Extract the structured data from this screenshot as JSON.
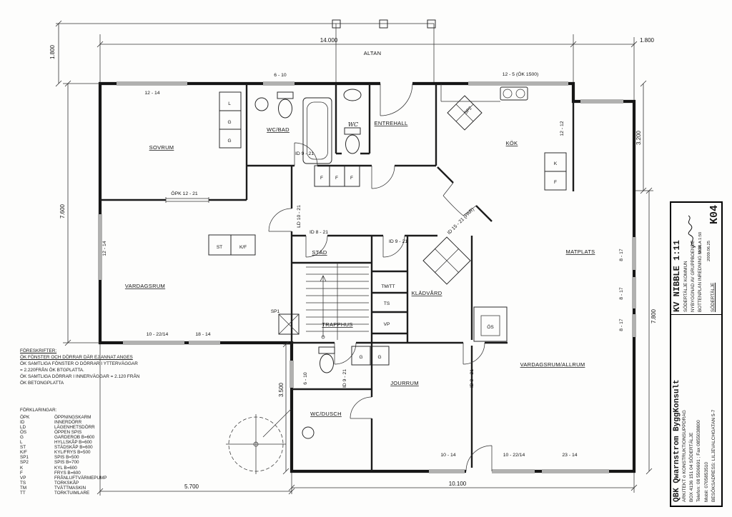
{
  "style": {
    "ink": "#1b1b1b",
    "paper": "#fdfdfc"
  },
  "dims": {
    "top_main": "14.000",
    "top_right": "1.800",
    "left_altan": "1.800",
    "left_wing": "7.600",
    "right_upper": "3.200",
    "right_lower": "7.800",
    "lower_left": "3.500",
    "bottom_left": "5.700",
    "bottom_right": "10.100"
  },
  "rooms": {
    "altan": "ALTAN",
    "sovrum": "SOVRUM",
    "wcbad": "WC/BAD",
    "entrehall": "ENTREHALL",
    "kok": "KÖK",
    "vardagsrum": "VARDAGSRUM",
    "matplats": "MATPLATS",
    "stad": "STÄD",
    "tmtt": "TM/TT",
    "ts": "TS",
    "vp": "VP",
    "kladvard": "KLÄDVÅRD",
    "trapphus": "TRAPPHUS",
    "os": "ÖS",
    "jourrum": "JOURRUM",
    "wcdusch": "WC/DUSCH",
    "allrum": "VARDAGSRUM/ALLRUM",
    "wc_script": "WC"
  },
  "openings": {
    "w_sovrum_top": "12 - 14",
    "w_wcbad_top": "6 - 10",
    "w_kok_top": "12 - 5 (ÖK 1500)",
    "w_kok_right": "12 - 12",
    "d_wcbad": "ID 9 - 21",
    "opk_sovrum": "ÖPK 12 - 21",
    "w_vardagsrum_left": "12 - 14",
    "d_ld": "LD 10 - 21",
    "d_stad": "ID 8 - 21",
    "d_tmtt": "ID 9 - 21",
    "d_par": "ID 15 - 21 (PAR)",
    "w_right_1": "8 - 17",
    "w_right_2": "8 - 17",
    "w_right_3": "8 - 17",
    "w_vr_bottom_1": "10 - 22/14",
    "w_vr_bottom_2": "18 - 14",
    "w_wcdusch_left": "6 - 10",
    "d_trapphus": "ID 9 - 21",
    "d_jourrum": "ID 9 - 21",
    "w_bottom_1": "10 - 14",
    "w_bottom_2": "10 - 22/14",
    "w_bottom_3": "23 - 14"
  },
  "fixtures": {
    "l1": "L",
    "g1": "G",
    "g2": "G",
    "st": "ST",
    "kf": "K/F",
    "f1": "F",
    "f2": "F",
    "f3": "F",
    "k": "K",
    "f4": "F",
    "sp1": "SP1",
    "sp2": "SP2",
    "g3": "G",
    "g4": "G"
  },
  "foreskrifter": {
    "title": "FÖRESKRIFTER:",
    "lines": [
      "ÖK FÖNSTER OCH DÖRRAR DÄR EJ ANNAT ANGES",
      "ÖK SAMTLIGA FÖNSTER O DÖRRAR I YTTERVÄGGAR",
      "= 2.220FRÅN ÖK BTGPLATTA.",
      "ÖK SAMTLIGA DÖRRAR I INNERVÄGGAR = 2.120 FRÅN",
      "ÖK BETONGPLATTA"
    ]
  },
  "forklaringar": {
    "title": "FÖRKLARINGAR:",
    "items": [
      {
        "abbr": "ÖPK",
        "desc": "ÖPPNINGSKARM"
      },
      {
        "abbr": "ID",
        "desc": "INNERDÖRR"
      },
      {
        "abbr": "LD",
        "desc": "LÄGENHETSDÖRR"
      },
      {
        "abbr": "ÖS",
        "desc": "ÖPPEN SPIS"
      },
      {
        "abbr": "G",
        "desc": "GARDEROB B=600"
      },
      {
        "abbr": "L",
        "desc": "HYLLSKÅP B=600"
      },
      {
        "abbr": "ST",
        "desc": "STÄDSKÅP B=600"
      },
      {
        "abbr": "K/F",
        "desc": "KYL/FRYS B=500"
      },
      {
        "abbr": "SP1",
        "desc": "SPIS B=500"
      },
      {
        "abbr": "SP2",
        "desc": "SPIS B=700"
      },
      {
        "abbr": "K",
        "desc": "KYL B=600"
      },
      {
        "abbr": "F",
        "desc": "FRYS B=600"
      },
      {
        "abbr": "VP",
        "desc": "FRÅNLUFTVÄRMEPUMP"
      },
      {
        "abbr": "TS",
        "desc": "TORKSKÅP"
      },
      {
        "abbr": "TM",
        "desc": "TVÄTTMASKIN"
      },
      {
        "abbr": "TT",
        "desc": "TORKTUIMLARE"
      }
    ]
  },
  "titleblock": {
    "company": "QBK Qwarnstrom ByggKonsult",
    "company_lines": [
      "ARKITEKT o KONSTRUKTIONSUPPDRAG",
      "BOX 4136 151 04 SÖDERTÄLJE",
      "Telefon: 08 5506691 ; Fax 0855038800",
      "Mobil: 0705853510",
      "BESÖKSADRESS: LILJEVALCHGATAN 5-7"
    ],
    "project": "KV NIBBLE 1:11",
    "project_lines": [
      "SÖDERTÄLJE KOMMUN",
      "NYBYGGNAD AV GRUPPBOENDE",
      "BOTTENPLAN INREDNING M.M"
    ],
    "city": "SÖDERTÄLJE",
    "skala": "SKALA  1:50",
    "date": "2009.06.25",
    "number": "K04"
  }
}
